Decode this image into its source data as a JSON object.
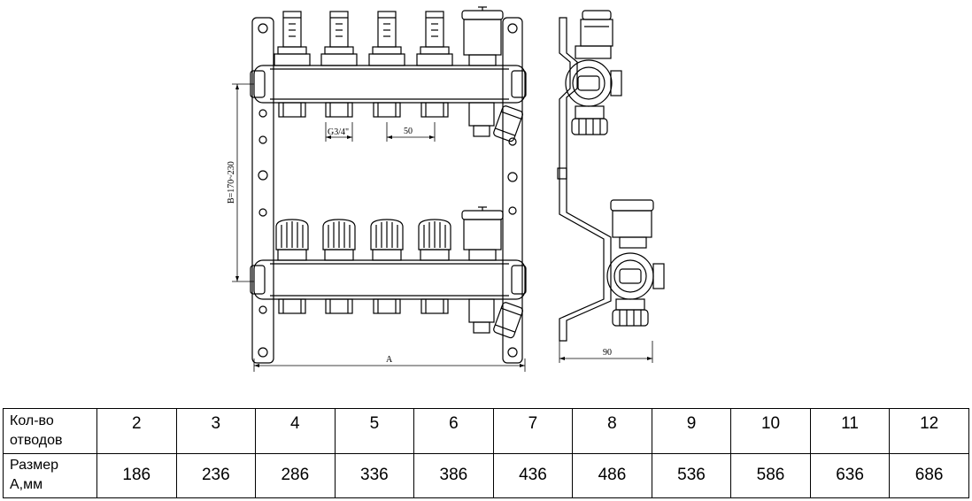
{
  "drawing": {
    "dim_thread": "G3/4\"",
    "dim_pitch": "50",
    "dim_height": "B=170~230",
    "dim_width": "A",
    "dim_depth": "90"
  },
  "table": {
    "row1_label_line1": "Кол-во",
    "row1_label_line2": "отводов",
    "row2_label_line1": "Размер",
    "row2_label_line2": "А,мм",
    "outlets": [
      "2",
      "3",
      "4",
      "5",
      "6",
      "7",
      "8",
      "9",
      "10",
      "11",
      "12"
    ],
    "sizes": [
      "186",
      "236",
      "286",
      "336",
      "386",
      "436",
      "486",
      "536",
      "586",
      "636",
      "686"
    ]
  }
}
